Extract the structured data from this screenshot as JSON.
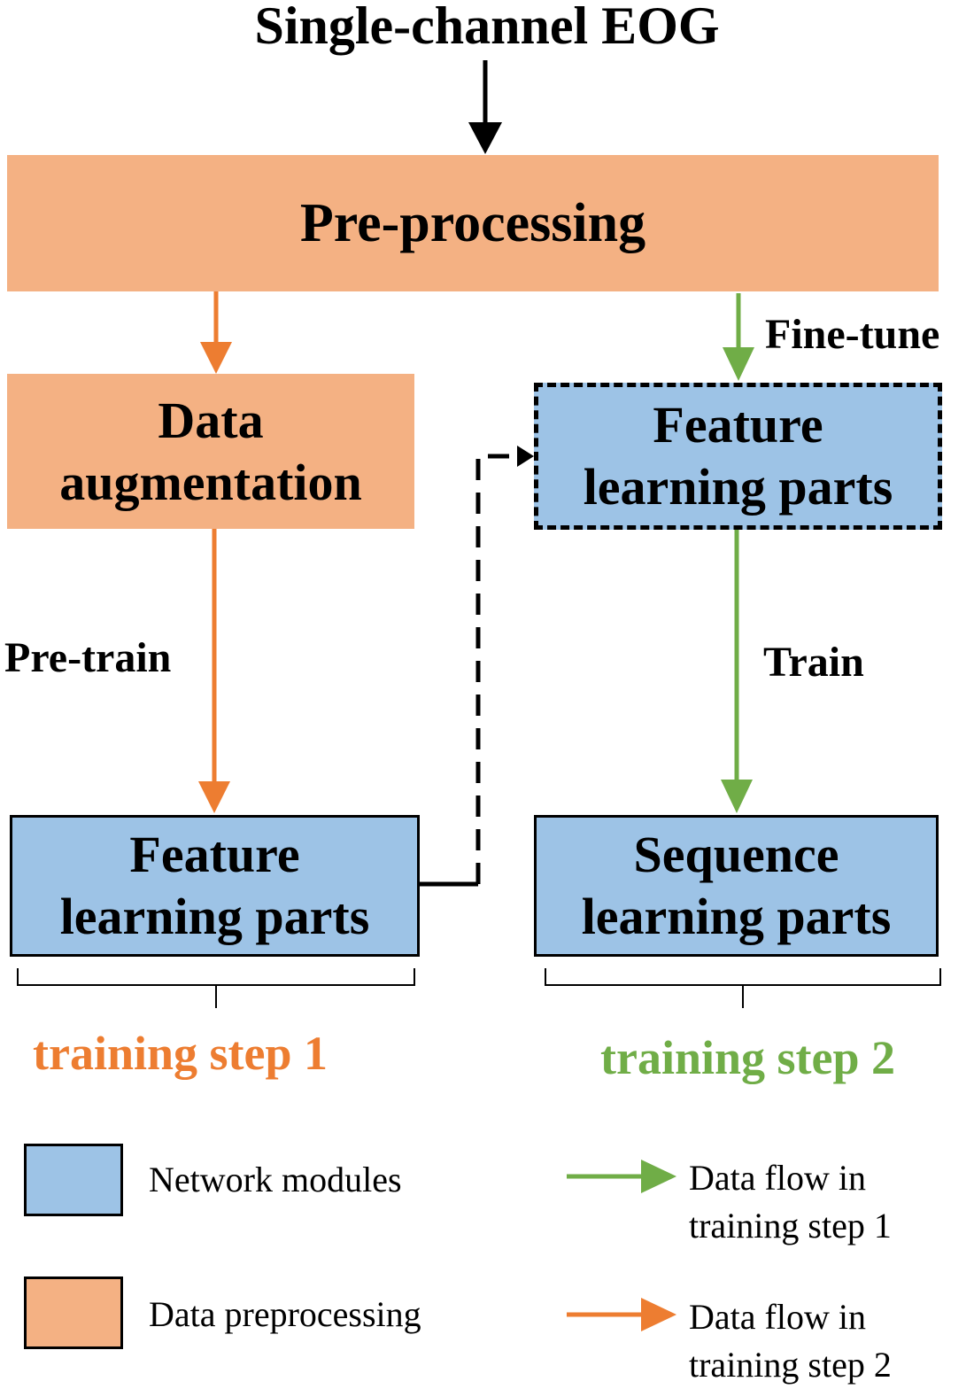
{
  "title": "Single-channel EOG",
  "boxes": {
    "preprocessing": "Pre-processing",
    "augmentation_line1": "Data",
    "augmentation_line2": "augmentation",
    "feature_top_line1": "Feature",
    "feature_top_line2": "learning parts",
    "feature_bottom_line1": "Feature",
    "feature_bottom_line2": "learning parts",
    "sequence_line1": "Sequence",
    "sequence_line2": "learning parts"
  },
  "edge_labels": {
    "fine_tune": "Fine-tune",
    "pre_train": "Pre-train",
    "train": "Train"
  },
  "steps": {
    "step1": "training step 1",
    "step2": "training step 2"
  },
  "legend": {
    "network_modules": "Network modules",
    "data_preprocessing": "Data preprocessing",
    "flow1_line1": "Data flow in",
    "flow1_line2": "training step 1",
    "flow2_line1": "Data flow in",
    "flow2_line2": "training step 2"
  },
  "colors": {
    "orange_fill": "#f4b183",
    "blue_fill": "#9dc3e6",
    "orange_arrow": "#ed7d31",
    "green_arrow": "#70ad47"
  }
}
